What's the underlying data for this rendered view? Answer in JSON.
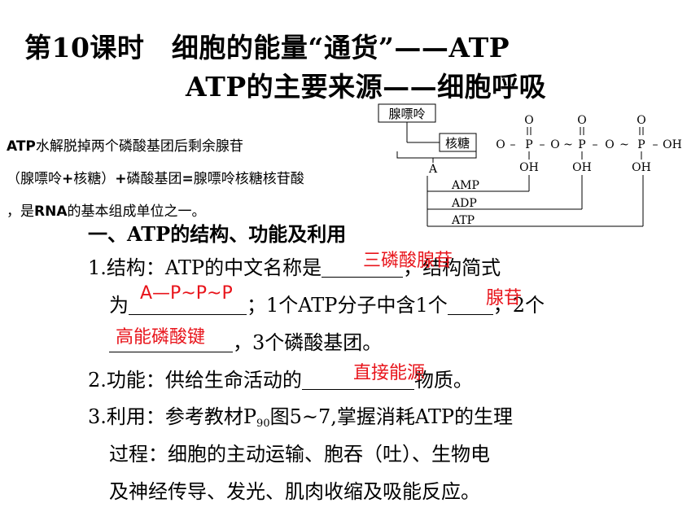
{
  "title": {
    "line1": "第10课时　细胞的能量“通货”——ATP",
    "line2": "ATP的主要来源——细胞呼吸"
  },
  "note": {
    "line1": "ATP水解脱掉两个磷酸基团后剩余腺苷",
    "line2": "（腺嘌呤+核糖）+磷酸基团=腺嘌呤核糖核苷酸",
    "line3": "，是RNA的基本组成单位之一。"
  },
  "diagram": {
    "adenine": "腺嘌呤",
    "ribose": "核糖",
    "a_label": "A",
    "o": "O",
    "p": "P",
    "oh": "OH",
    "dash": "–",
    "tilde": "~",
    "dbl": "‖",
    "amp": "AMP",
    "adp": "ADP",
    "atp": "ATP"
  },
  "section": {
    "heading": "一、ATP的结构、功能及利用",
    "item1": {
      "prefix": "1.结构：ATP的中文名称是",
      "mid1": "，结构简式",
      "wei": "为",
      "mid2": "；1个ATP分子中含1个",
      "mid3": "，2个",
      "tail": "，3个磷酸基团。",
      "ans_name": "三磷酸腺苷",
      "ans_formula": "A—P~P~P",
      "ans_adenosine": "腺苷",
      "ans_bond": "高能磷酸键"
    },
    "item2": {
      "prefix": "2.功能：供给生命活动的",
      "tail": "物质。",
      "ans": "直接能源"
    },
    "item3": {
      "line1a": "3.利用：参考教材P",
      "page_sub": "90",
      "line1b": "图5~7,掌握消耗ATP的生理",
      "line2": "过程：细胞的主动运输、胞吞（吐）、生物电",
      "line3": "及神经传导、发光、肌肉收缩及吸能反应。"
    }
  }
}
